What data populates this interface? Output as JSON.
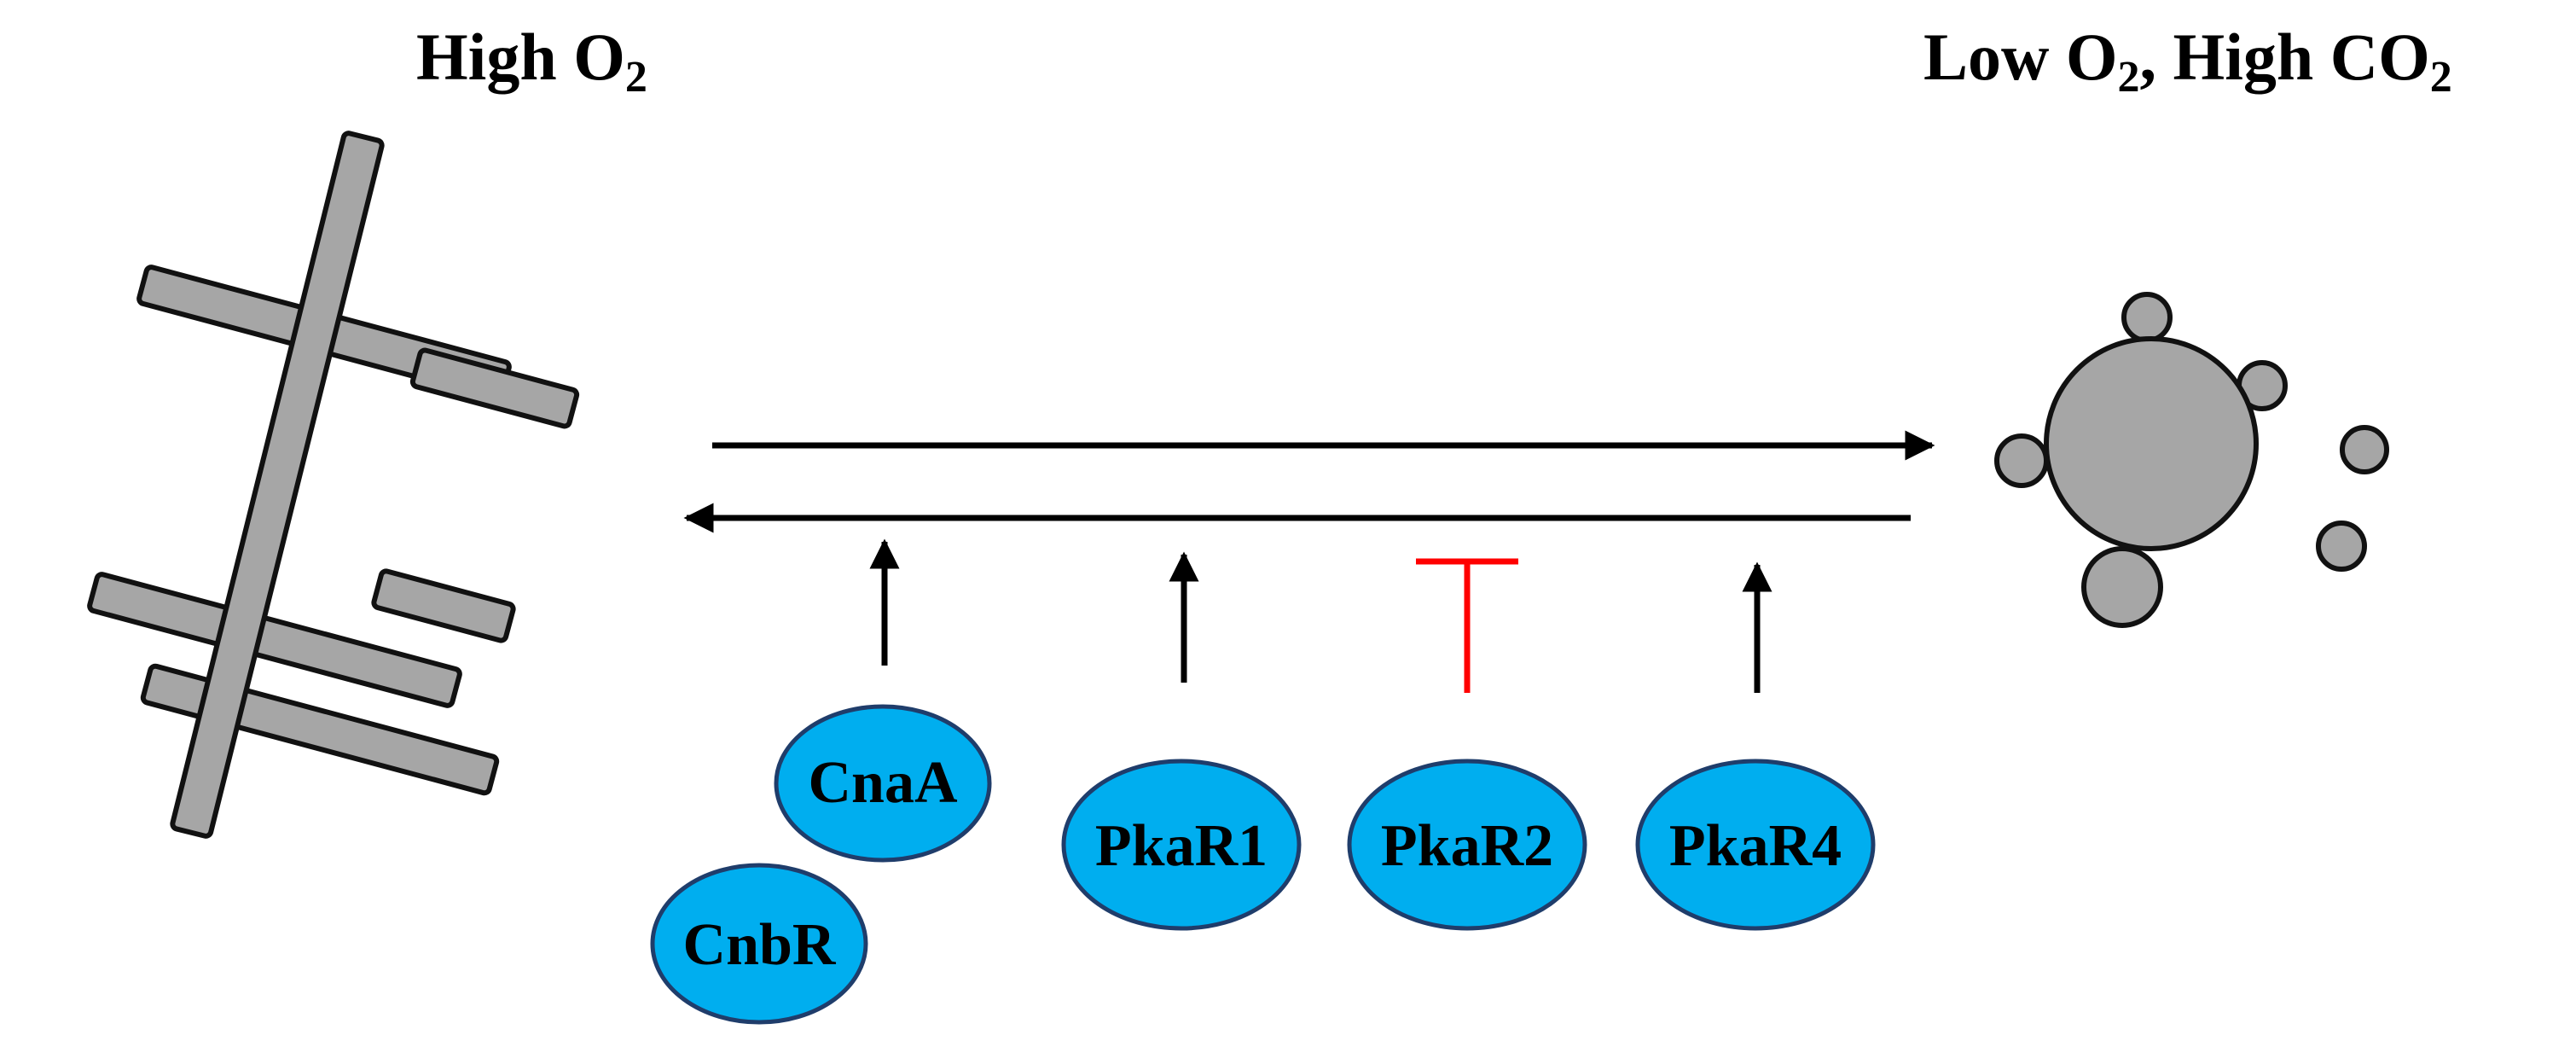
{
  "conditions": {
    "left": {
      "prefix": "High O",
      "sub": "2",
      "suffix": ""
    },
    "right": {
      "prefix": "Low O",
      "sub": "2",
      "mid": ", High CO",
      "sub2": "2"
    }
  },
  "proteins": {
    "cnaA": "CnaA",
    "cnbR": "CnbR",
    "pkaR1": "PkaR1",
    "pkaR2": "PkaR2",
    "pkaR4": "PkaR4"
  },
  "regulation": {
    "cnaA": "activates",
    "pkaR1": "activates",
    "pkaR2": "inhibits",
    "pkaR4": "activates"
  },
  "colors": {
    "protein_fill": "#00AEEF",
    "protein_stroke": "#1f3d6b",
    "morphology_fill": "#a6a6a6",
    "inhibition": "#ff0000",
    "arrow": "#000000"
  }
}
